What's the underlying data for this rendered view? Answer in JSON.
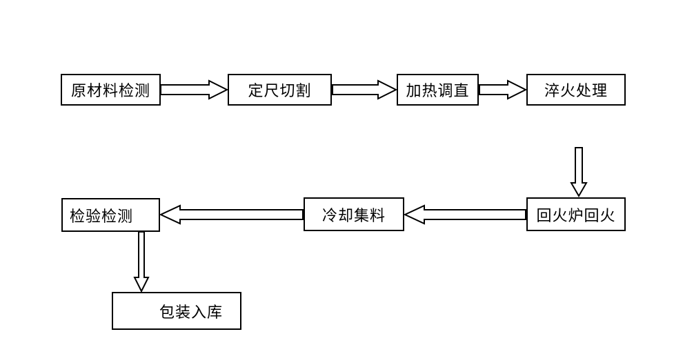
{
  "diagram": {
    "type": "flowchart",
    "background_color": "#ffffff",
    "line_color": "#000000",
    "text_color": "#000000",
    "nodes": [
      {
        "id": "raw-material-inspection",
        "label": "原材料检测"
      },
      {
        "id": "fixed-length-cutting",
        "label": "定尺切割"
      },
      {
        "id": "heating-straightening",
        "label": "加热调直"
      },
      {
        "id": "quenching-treatment",
        "label": "淬火处理"
      },
      {
        "id": "tempering-furnace-tempering",
        "label": "回火炉回火"
      },
      {
        "id": "cooling-collecting",
        "label": "冷却集料"
      },
      {
        "id": "inspection-testing",
        "label": "检验检测"
      },
      {
        "id": "packing-warehousing",
        "label": "包装入库"
      }
    ],
    "edges": [
      {
        "from": "raw-material-inspection",
        "to": "fixed-length-cutting",
        "direction": "right"
      },
      {
        "from": "fixed-length-cutting",
        "to": "heating-straightening",
        "direction": "right"
      },
      {
        "from": "heating-straightening",
        "to": "quenching-treatment",
        "direction": "right"
      },
      {
        "from": "quenching-treatment",
        "to": "tempering-furnace-tempering",
        "direction": "down"
      },
      {
        "from": "tempering-furnace-tempering",
        "to": "cooling-collecting",
        "direction": "left"
      },
      {
        "from": "cooling-collecting",
        "to": "inspection-testing",
        "direction": "left"
      },
      {
        "from": "inspection-testing",
        "to": "packing-warehousing",
        "direction": "down"
      }
    ]
  }
}
